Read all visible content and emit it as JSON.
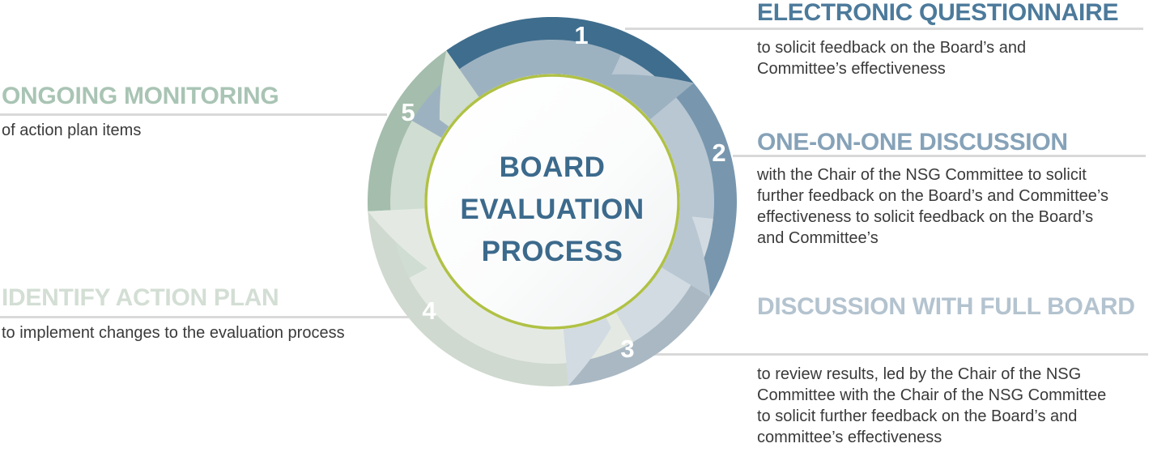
{
  "diagram": {
    "center_title": "BOARD\nEVALUATION\nPROCESS",
    "palette": {
      "ring_accent": "#b0c145",
      "title_text": "#3c6a8c",
      "body_text": "#3a3a3a",
      "leader_line": "#d9d9d9",
      "number_text": "#ffffff"
    }
  },
  "steps": [
    {
      "number": "1",
      "heading": "ELECTRONIC QUESTIONNAIRE",
      "body": "to solicit feedback on the Board’s and\nCommittee’s effectiveness",
      "side": "right",
      "segment_color": "#3f6d8d",
      "segment_light_color": "#9db2c1",
      "heading_color": "#4c7a9b"
    },
    {
      "number": "2",
      "heading": "ONE-ON-ONE DISCUSSION",
      "body": "with the Chair of the NSG Committee to solicit\nfurther feedback on the Board’s and Committee’s\neffectiveness to solicit feedback on the Board’s\nand Committee’s",
      "side": "right",
      "segment_color": "#7897ae",
      "segment_light_color": "#b9c7d3",
      "heading_color": "#86a2b8"
    },
    {
      "number": "3",
      "heading": "DISCUSSION WITH FULL BOARD",
      "body": "to review results, led by the Chair of the NSG\nCommittee with the Chair of the NSG Committee\nto solicit further feedback on the Board’s and\ncommittee’s effectiveness",
      "side": "right",
      "segment_color": "#a9b8c3",
      "segment_light_color": "#d2dbe2",
      "heading_color": "#b3c3cf"
    },
    {
      "number": "4",
      "heading": "IDENTIFY ACTION PLAN",
      "body": "to implement changes to the evaluation process",
      "side": "left",
      "segment_color": "#cfd9cf",
      "segment_light_color": "#e4eae3",
      "heading_color": "#d3ded4"
    },
    {
      "number": "5",
      "heading": "ONGOING MONITORING",
      "body": "of action plan items",
      "side": "left",
      "segment_color": "#a4bdac",
      "segment_light_color": "#d0ddd2",
      "heading_color": "#a9c4b4"
    }
  ]
}
